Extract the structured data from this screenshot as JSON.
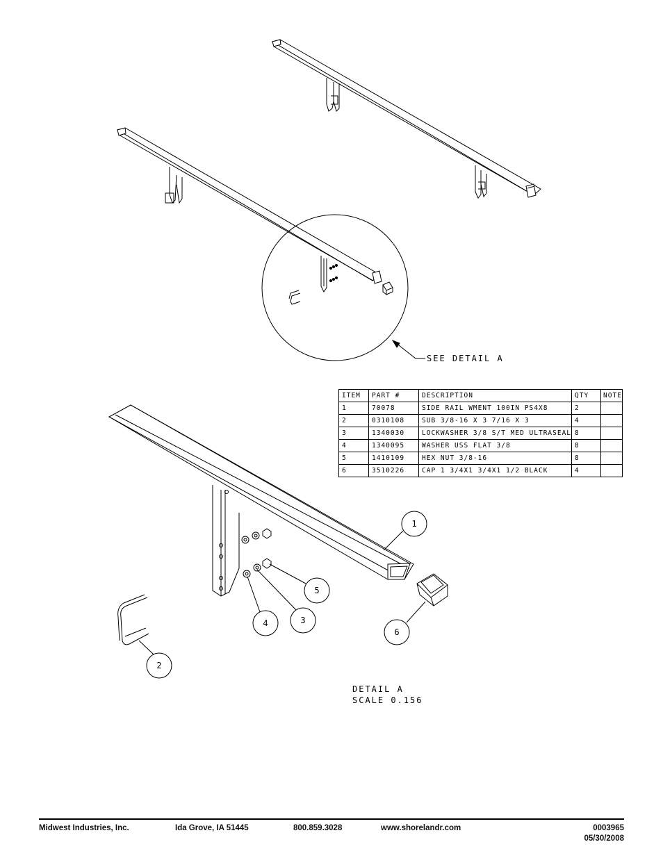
{
  "callouts": {
    "see_detail": "SEE DETAIL  A",
    "detail_title": "DETAIL  A",
    "detail_scale": "SCALE  0.156"
  },
  "balloons": [
    "1",
    "2",
    "3",
    "4",
    "5",
    "6"
  ],
  "bom": {
    "headers": [
      "ITEM",
      "PART #",
      "DESCRIPTION",
      "QTY",
      "NOTE"
    ],
    "rows": [
      {
        "item": "1",
        "part": "70078",
        "description": "SIDE RAIL WMENT 100IN PS4X8",
        "qty": "2",
        "note": ""
      },
      {
        "item": "2",
        "part": "0310108",
        "description": "SUB 3/8-16 X 3 7/16 X 3",
        "qty": "4",
        "note": ""
      },
      {
        "item": "3",
        "part": "1340030",
        "description": "LOCKWASHER 3/8 S/T MED ULTRASEAL",
        "qty": "8",
        "note": ""
      },
      {
        "item": "4",
        "part": "1340095",
        "description": "WASHER USS FLAT 3/8",
        "qty": "8",
        "note": ""
      },
      {
        "item": "5",
        "part": "1410109",
        "description": "HEX NUT 3/8-16",
        "qty": "8",
        "note": ""
      },
      {
        "item": "6",
        "part": "3510226",
        "description": "CAP 1 3/4X1 3/4X1 1/2 BLACK",
        "qty": "4",
        "note": ""
      }
    ]
  },
  "footer": {
    "company": "Midwest Industries, Inc.",
    "location": "Ida Grove, IA  51445",
    "phone": "800.859.3028",
    "website": "www.shorelandr.com",
    "doc_number": "0003965",
    "date": "05/30/2008"
  }
}
